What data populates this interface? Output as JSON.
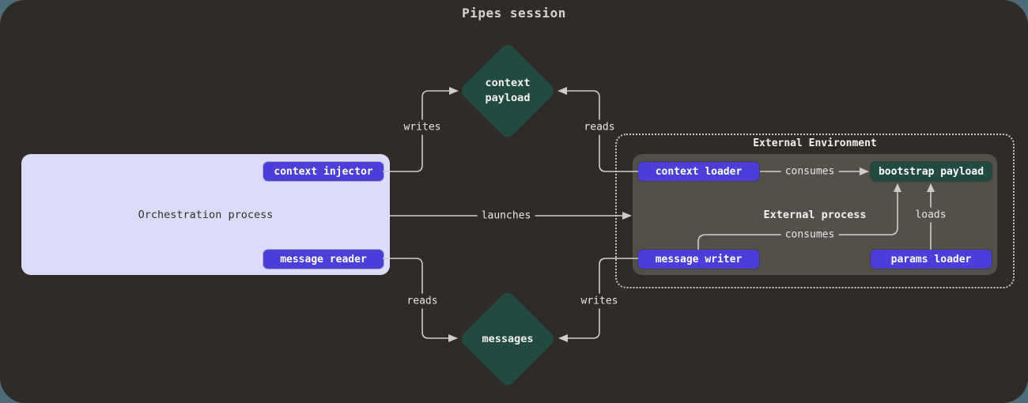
{
  "title": "Pipes session",
  "colors": {
    "page_bg": "#4e6b78",
    "canvas_bg": "#2e2b28",
    "accent_purple": "#4c3fd9",
    "accent_green": "#234a40",
    "lavender": "#dcdcfa",
    "process_gray": "#53504a",
    "line": "#cecdc9"
  },
  "nodes": {
    "context_payload": {
      "line1": "context",
      "line2": "payload"
    },
    "messages": {
      "label": "messages"
    },
    "orchestration": {
      "label": "Orchestration process",
      "context_injector": "context injector",
      "message_reader": "message reader"
    },
    "external": {
      "environment_label": "External Environment",
      "process_label": "External process",
      "context_loader": "context loader",
      "bootstrap_payload": "bootstrap payload",
      "message_writer": "message writer",
      "params_loader": "params loader"
    }
  },
  "edges": {
    "writes_top": "writes",
    "reads_top": "reads",
    "launches": "launches",
    "consumes_top": "consumes",
    "consumes_bottom": "consumes",
    "loads": "loads",
    "reads_bottom": "reads",
    "writes_bottom": "writes"
  }
}
